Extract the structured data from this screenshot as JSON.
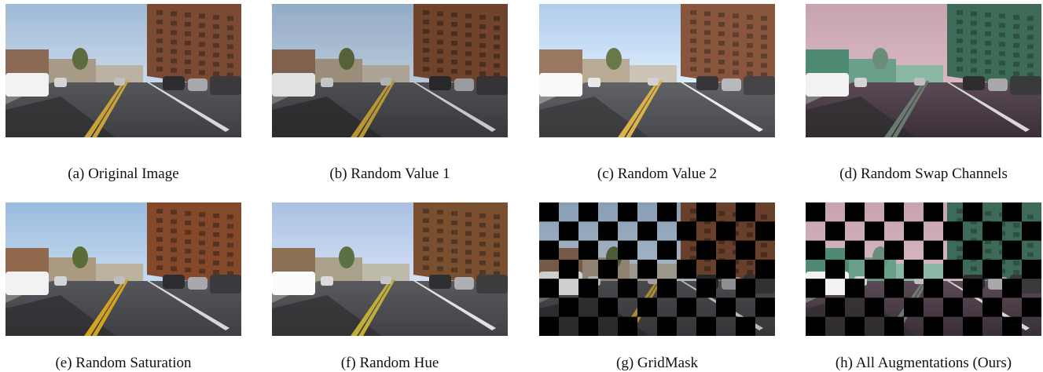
{
  "figure": {
    "panels": [
      {
        "id": "a",
        "caption": "(a) Original Image",
        "effect": "original"
      },
      {
        "id": "b",
        "caption": "(b) Random Value 1",
        "effect": "value1"
      },
      {
        "id": "c",
        "caption": "(c) Random Value 2",
        "effect": "value2"
      },
      {
        "id": "d",
        "caption": "(d) Random Swap Channels",
        "effect": "swap"
      },
      {
        "id": "e",
        "caption": "(e) Random Saturation",
        "effect": "saturation"
      },
      {
        "id": "f",
        "caption": "(f) Random Hue",
        "effect": "hue"
      },
      {
        "id": "g",
        "caption": "(g) GridMask",
        "effect": "gridmask"
      },
      {
        "id": "h",
        "caption": "(h) All Augmentations (Ours)",
        "effect": "all"
      }
    ],
    "colors": {
      "sky": "#c9d9ea",
      "building_brick": "#7a4a33",
      "road": "#3e3f42",
      "lane_yellow": "#c9a23a",
      "mask_black": "#000000",
      "swap_tint_sky": "#d9b8c4",
      "swap_tint_building": "#3d6b58"
    }
  }
}
